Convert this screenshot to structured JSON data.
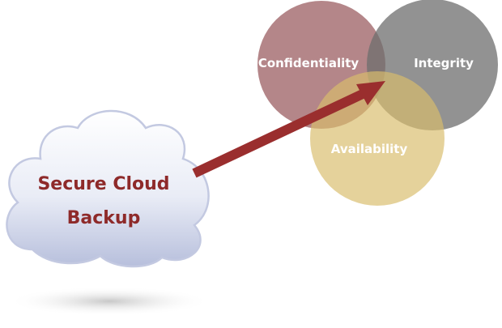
{
  "diagram": {
    "cloud": {
      "label_line1": "Secure Cloud",
      "label_line2": "Backup",
      "text_color": "#8e2a2a"
    },
    "arrow": {
      "color": "#9a2e2e"
    },
    "circles": {
      "confidentiality": {
        "label": "Confidentiality",
        "color": "#9b5e62"
      },
      "integrity": {
        "label": "Integrity",
        "color": "#6e6e6e"
      },
      "availability": {
        "label": "Availability",
        "color": "#d8bd6c"
      }
    }
  }
}
